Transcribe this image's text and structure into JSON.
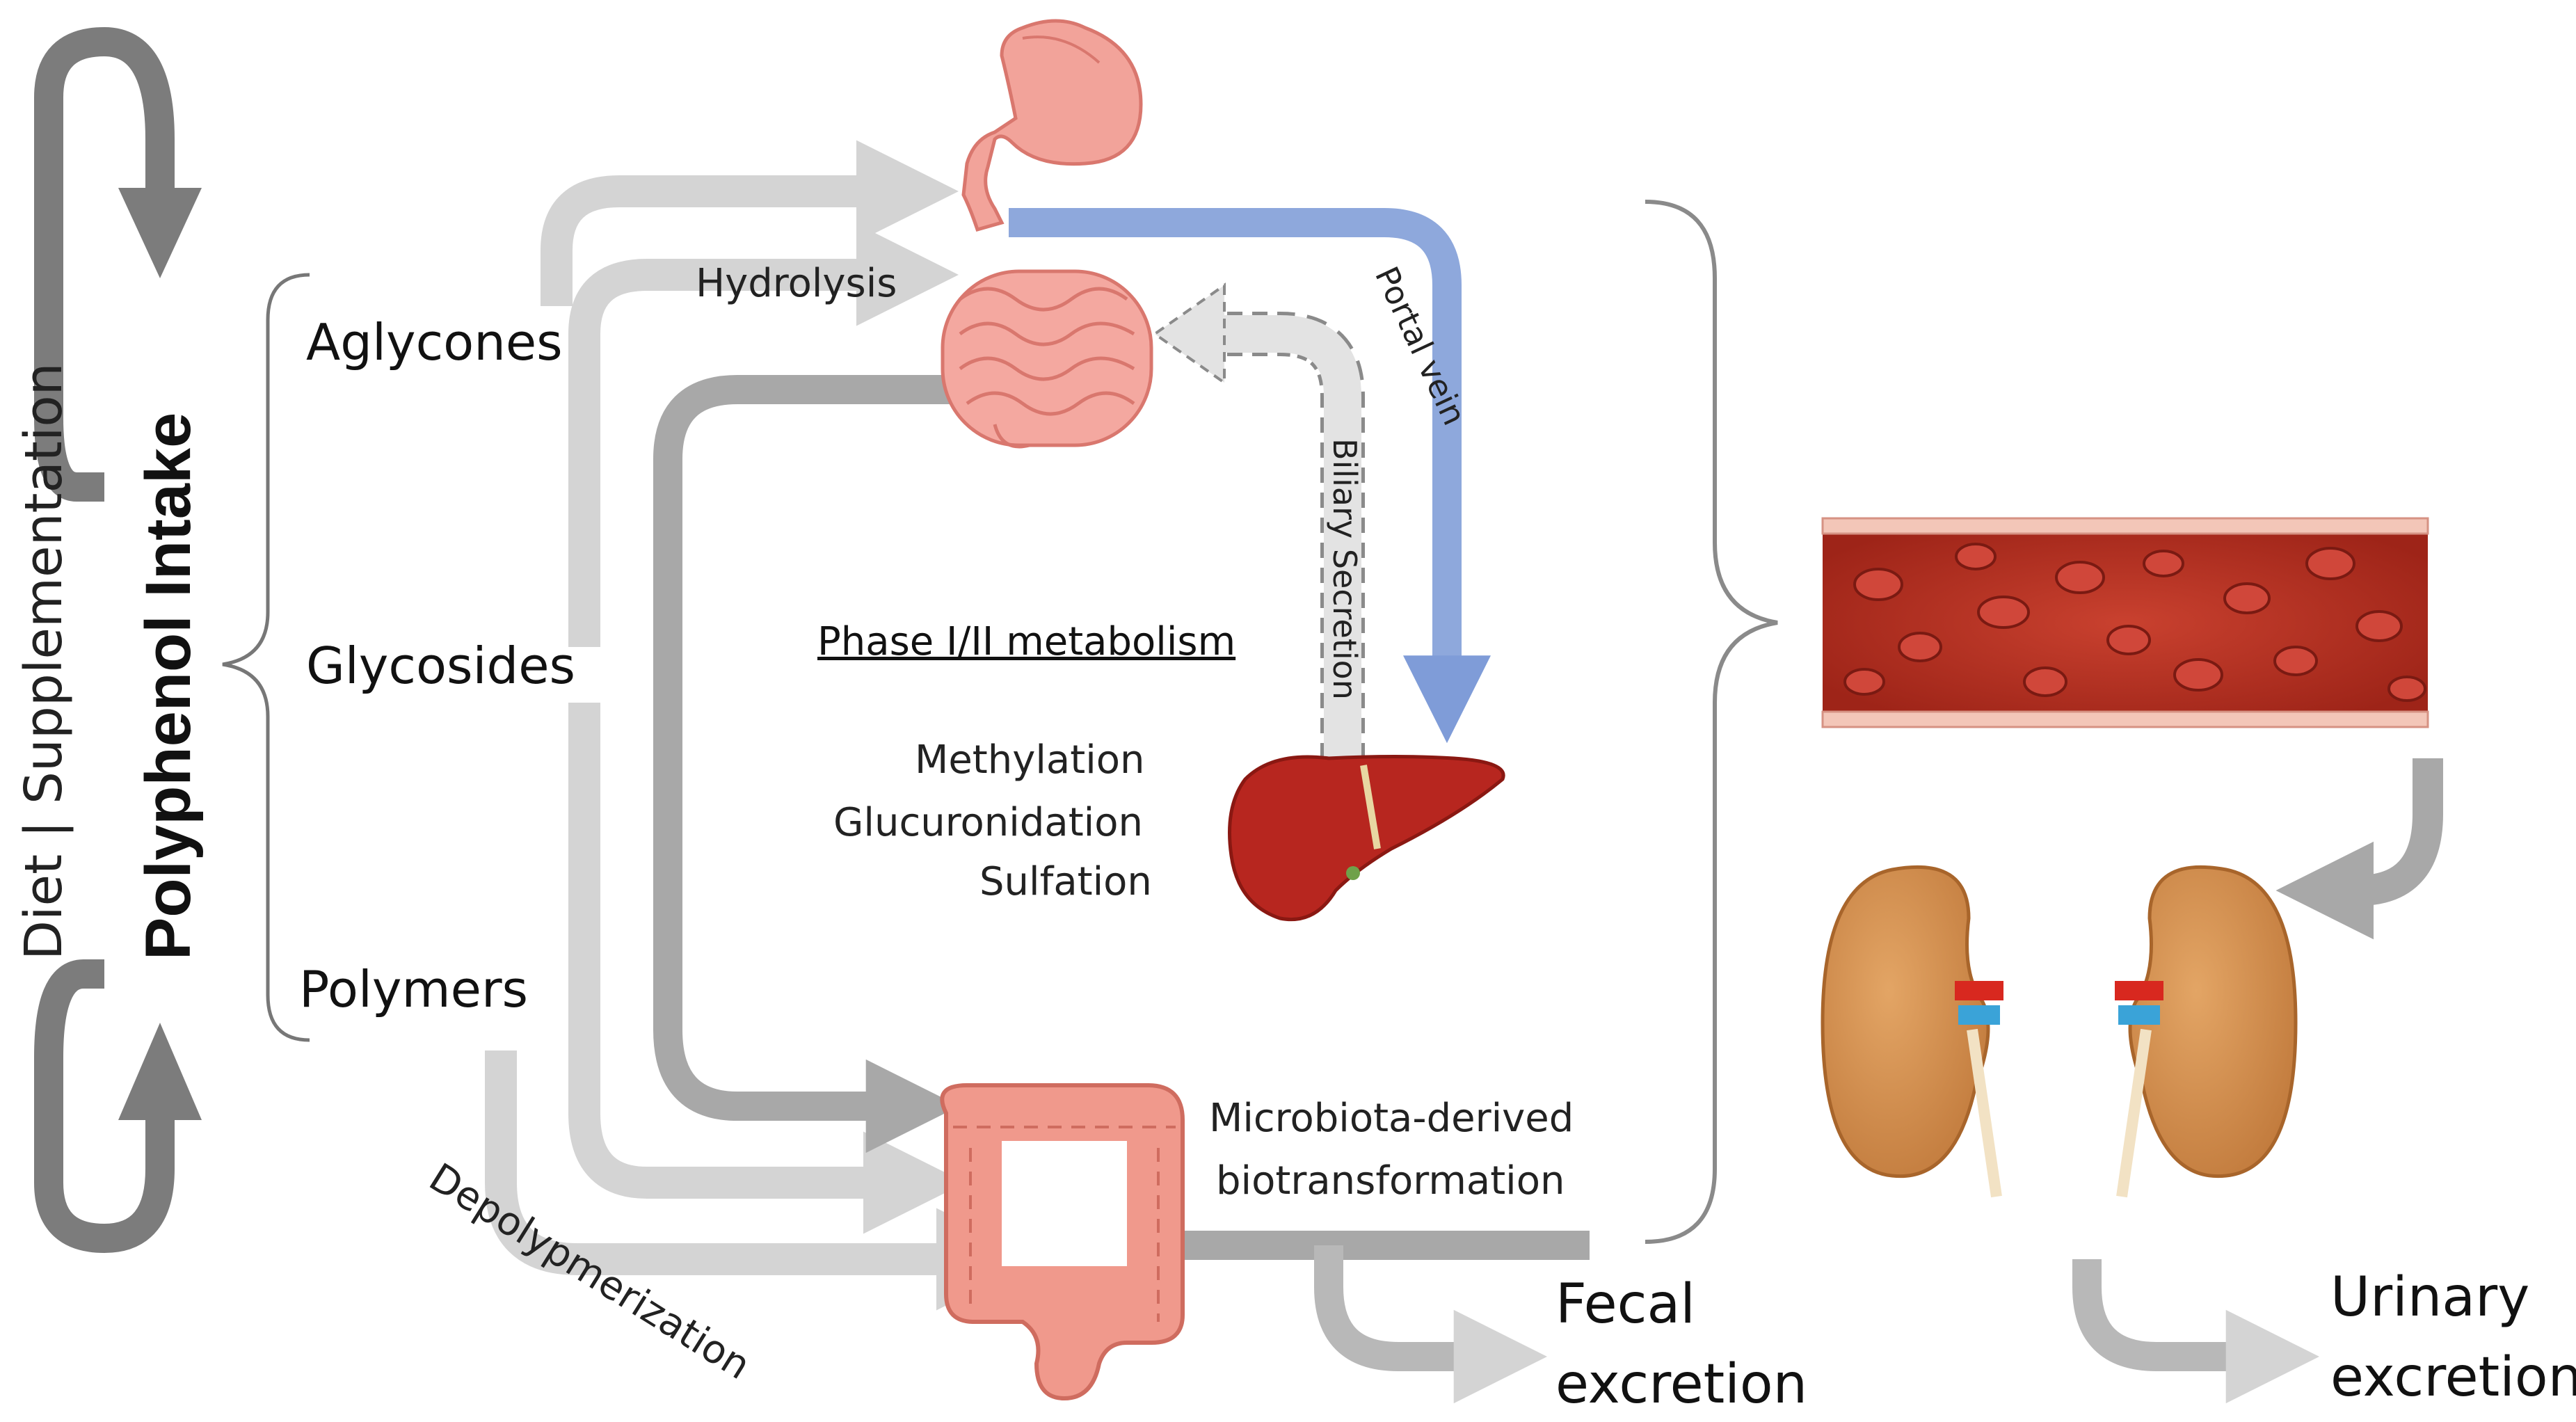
{
  "intake": {
    "title_bold": "Polyphenol Intake",
    "title_regular": "Diet | Supplementation"
  },
  "categories": {
    "aglycones": "Aglycones",
    "glycosides": "Glycosides",
    "polymers": "Polymers"
  },
  "processes": {
    "hydrolysis": "Hydrolysis",
    "depolymerization": "Depolypmerization",
    "portal_vein": "Portal vein",
    "biliary_secretion": "Biliary Secretion",
    "microbiota_line1": "Microbiota-derived",
    "microbiota_line2": "biotransformation"
  },
  "metabolism": {
    "title": "Phase I/II metabolism",
    "steps": [
      "Methylation",
      "Glucuronidation",
      "Sulfation"
    ]
  },
  "excretion": {
    "fecal_line1": "Fecal",
    "fecal_line2": "excretion",
    "urinary_line1": "Urinary",
    "urinary_line2": "excretion"
  },
  "colors": {
    "light_arrow": "#d4d4d4",
    "mid_arrow": "#a8a8a8",
    "dark_arrow": "#8a8a8a",
    "portal_vein": "#8ea8dc",
    "stomach": "#f2a39a",
    "liver": "#b7261f",
    "blood": "#c0392b",
    "kidney": "#d99552"
  }
}
